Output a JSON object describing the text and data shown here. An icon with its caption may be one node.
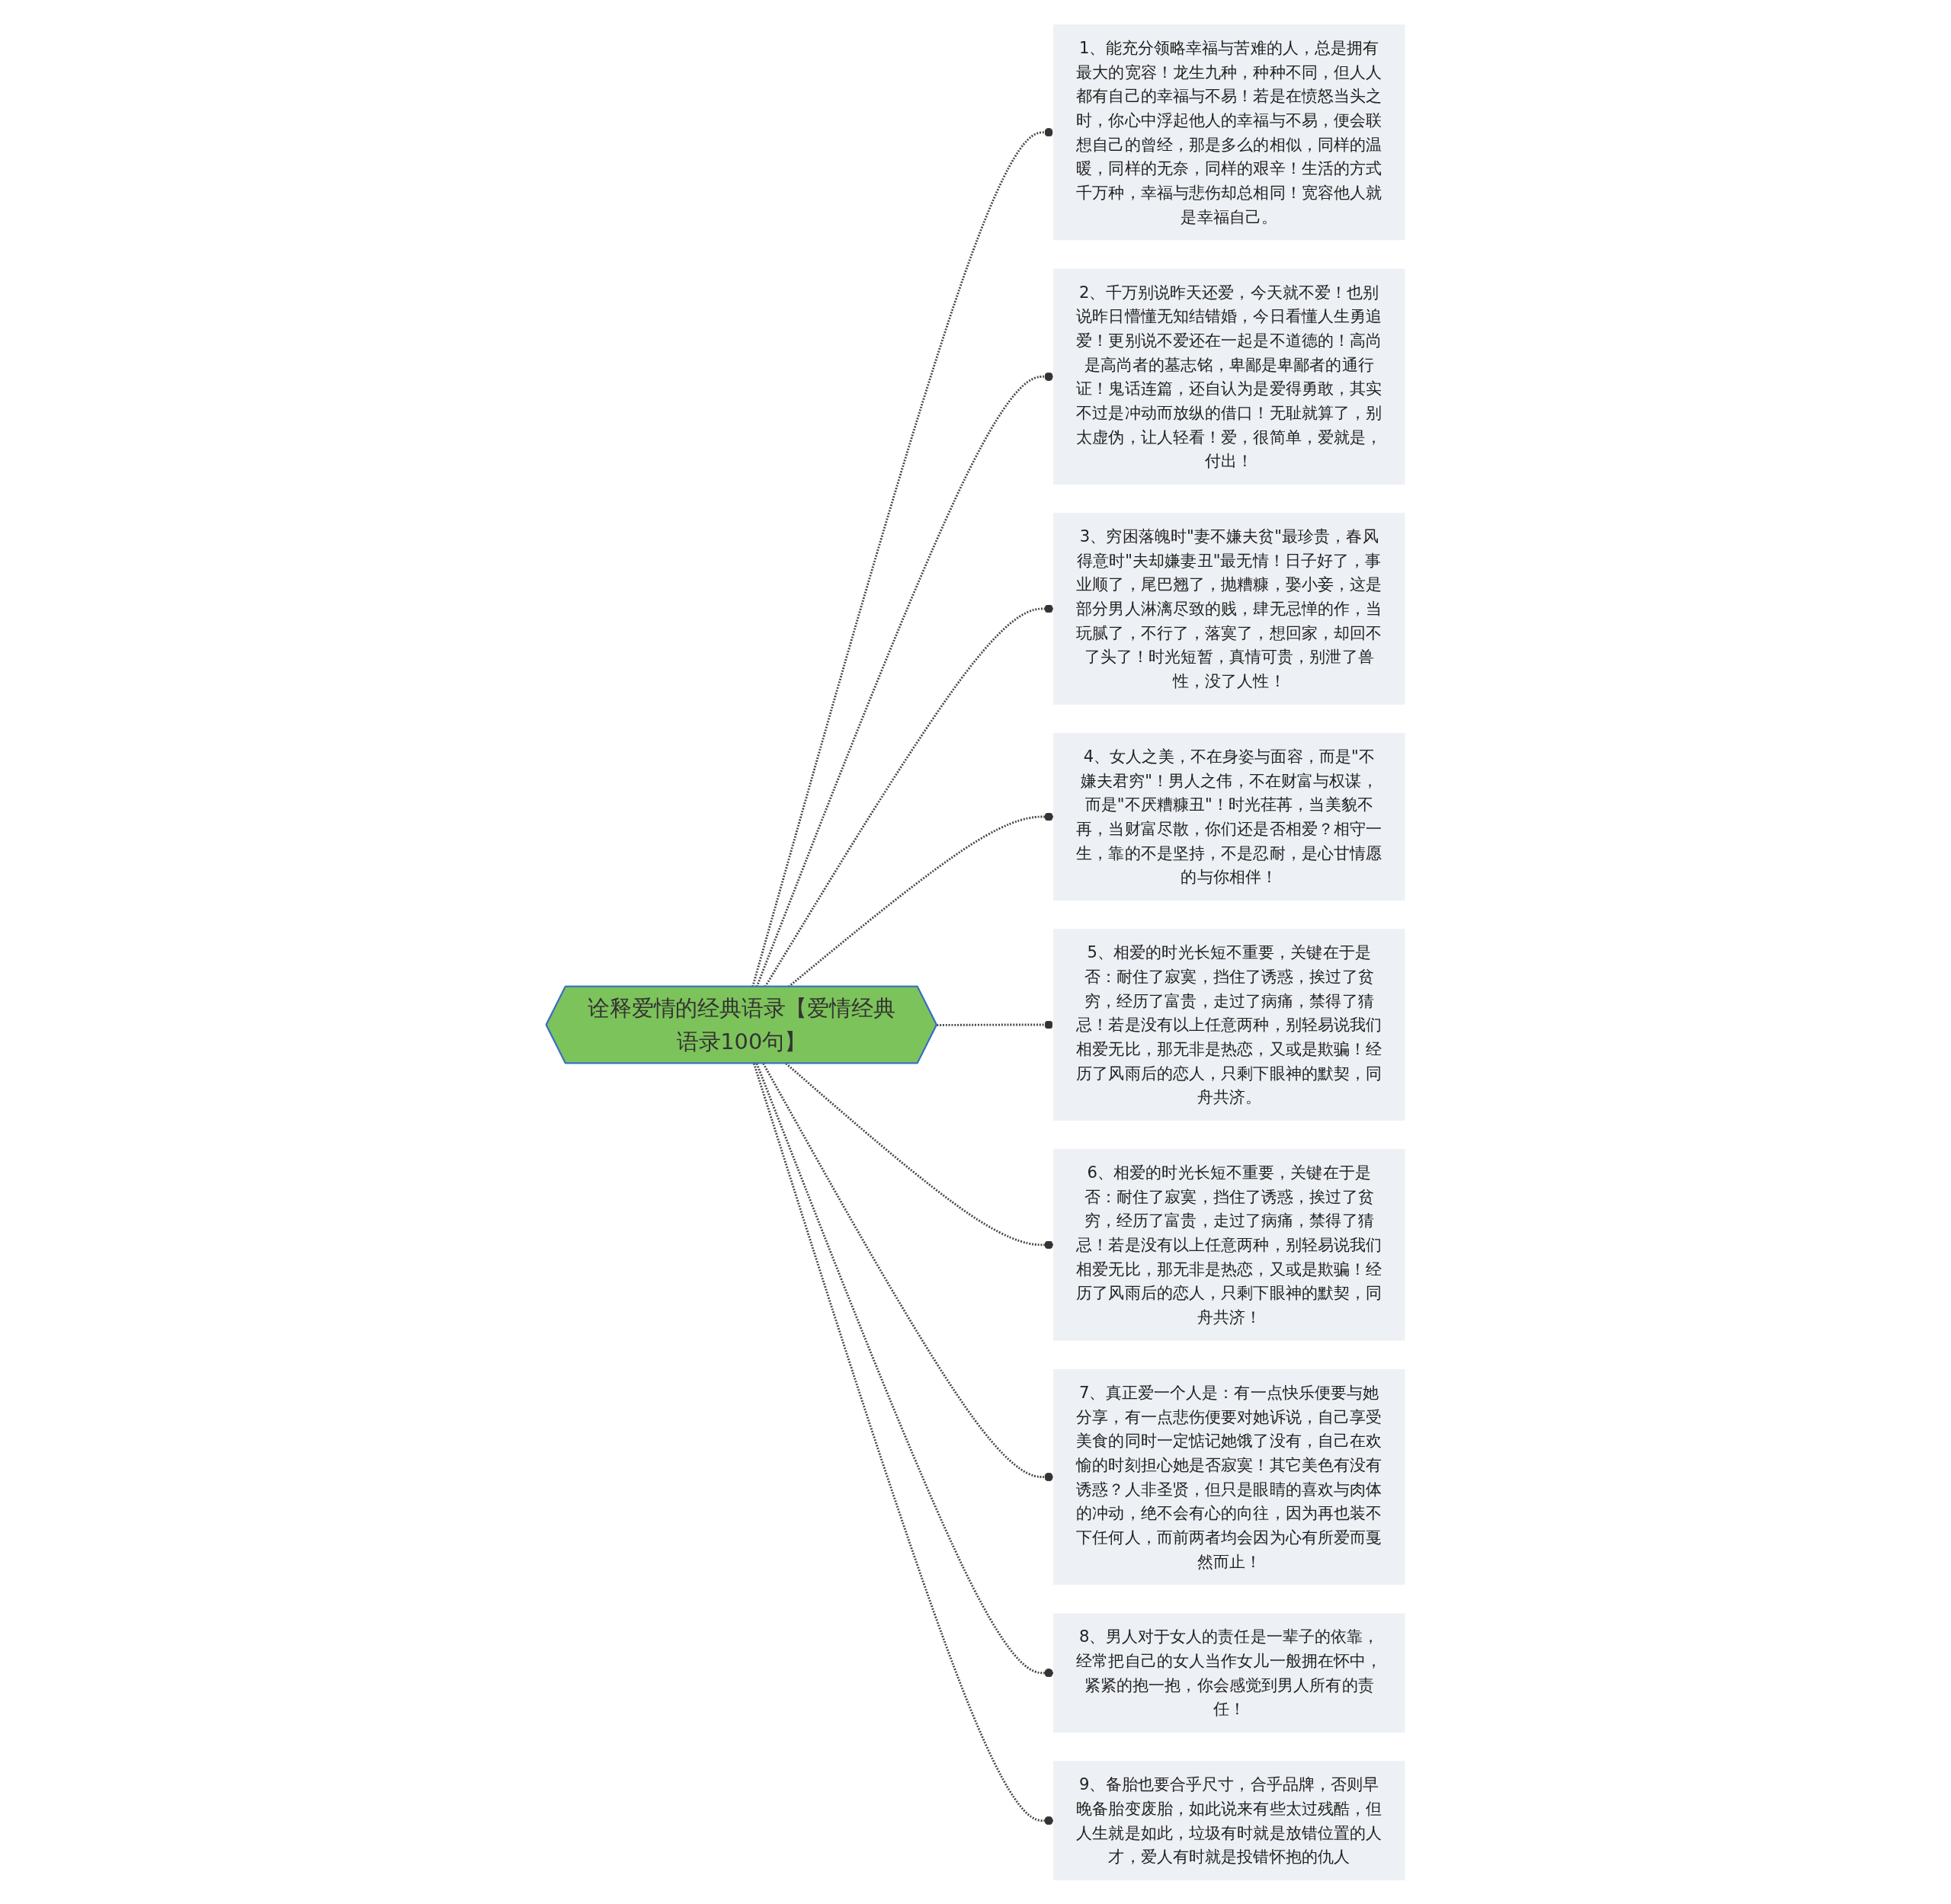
{
  "diagram": {
    "nodes": [
      {
        "text": [
          "诠释爱情的经典语录【爱情经典语录100句】"
        ]
      },
      {
        "text": [
          "1、能充分领略幸福与苦难的人，总是拥有最大的宽容！龙生九种，种种不同，但人人都有自己的幸福与不易！若是在愤怒当头之时，你心中浮起他人的幸福与不易，便会联想自己的曾经，那是多么的相似，同样的温暖，同样的无奈，同样的艰辛！生活的方式千万种，幸福与悲伤却总相同！宽容他人就是幸福自己。"
        ]
      },
      {
        "text": [
          "2、千万别说昨天还爱，今天就不爱！也别说昨日懵懂无知结错婚，今日看懂人生勇追爱！更别说不爱还在一起是不道德的！高尚是高尚者的墓志铭，卑鄙是卑鄙者的通行证！鬼话连篇，还自认为是爱得勇敢，其实不过是冲动而放纵的借口！无耻就算了，别太虚伪，让人轻看！爱，很简单，爱就是，付出！"
        ]
      },
      {
        "text": [
          "3、穷困落魄时\"妻不嫌夫贫\"最珍贵，春风得意时\"夫却嫌妻丑\"最无情！日子好了，事业顺了，尾巴翘了，抛糟糠，娶小妾，这是部分男人淋漓尽致的贱，肆无忌惮的作，当玩腻了，不行了，落寞了，想回家，却回不了头了！时光短暂，真情可贵，别泄了兽性，没了人性！"
        ]
      },
      {
        "text": [
          "4、女人之美，不在身姿与面容，而是\"不嫌夫君穷\"！男人之伟，不在财富与权谋，而是\"不厌糟糠丑\"！时光荏苒，当美貌不再，当财富尽散，你们还是否相爱？相守一生，靠的不是坚持，不是忍耐，是心甘情愿的与你相伴！"
        ]
      },
      {
        "text": [
          "5、相爱的时光长短不重要，关键在于是否：耐住了寂寞，挡住了诱惑，挨过了贫穷，经历了富贵，走过了病痛，禁得了猜忌！若是没有以上任意两种，别轻易说我们相爱无比，那无非是热恋，又或是欺骗！经历了风雨后的恋人，只剩下眼神的默契，同舟共济。"
        ]
      },
      {
        "text": [
          "6、相爱的时光长短不重要，关键在于是否：耐住了寂寞，挡住了诱惑，挨过了贫穷，经历了富贵，走过了病痛，禁得了猜忌！若是没有以上任意两种，别轻易说我们相爱无比，那无非是热恋，又或是欺骗！经历了风雨后的恋人，只剩下眼神的默契，同舟共济！"
        ]
      },
      {
        "text": [
          "7、真正爱一个人是：有一点快乐便要与她分享，有一点悲伤便要对她诉说，自己享受美食的同时一定惦记她饿了没有，自己在欢愉的时刻担心她是否寂寞！其它美色有没有诱惑？人非圣贤，但只是眼睛的喜欢与肉体的冲动，绝不会有心的向往，因为再也装不下任何人，而前两者均会因为心有所爱而戛然而止！"
        ]
      },
      {
        "text": [
          "8、男人对于女人的责任是一辈子的依靠，经常把自己的女人当作女儿一般拥在怀中，紧紧的抱一抱，你会感觉到男人所有的责任！"
        ]
      },
      {
        "text": [
          "9、备胎也要合乎尺寸，合乎品牌，否则早晚备胎变废胎，如此说来有些太过残酷，但人生就是如此，垃圾有时就是放错位置的人才，爱人有时就是投错怀抱的仇人"
        ]
      }
    ],
    "edges": [
      {
        "from": 0,
        "to": 1,
        "arrow": "other",
        "style": "dashed"
      },
      {
        "from": 0,
        "to": 2,
        "arrow": "other",
        "style": "dashed"
      },
      {
        "from": 0,
        "to": 3,
        "arrow": "other",
        "style": "dashed"
      },
      {
        "from": 0,
        "to": 4,
        "arrow": "other",
        "style": "dashed"
      },
      {
        "from": 0,
        "to": 5,
        "arrow": "other",
        "style": "dashed"
      },
      {
        "from": 0,
        "to": 6,
        "arrow": "other",
        "style": "dashed"
      },
      {
        "from": 0,
        "to": 7,
        "arrow": "other",
        "style": "dashed"
      },
      {
        "from": 0,
        "to": 8,
        "arrow": "other",
        "style": "dashed"
      },
      {
        "from": 0,
        "to": 9,
        "arrow": "other",
        "style": "dashed"
      }
    ]
  }
}
